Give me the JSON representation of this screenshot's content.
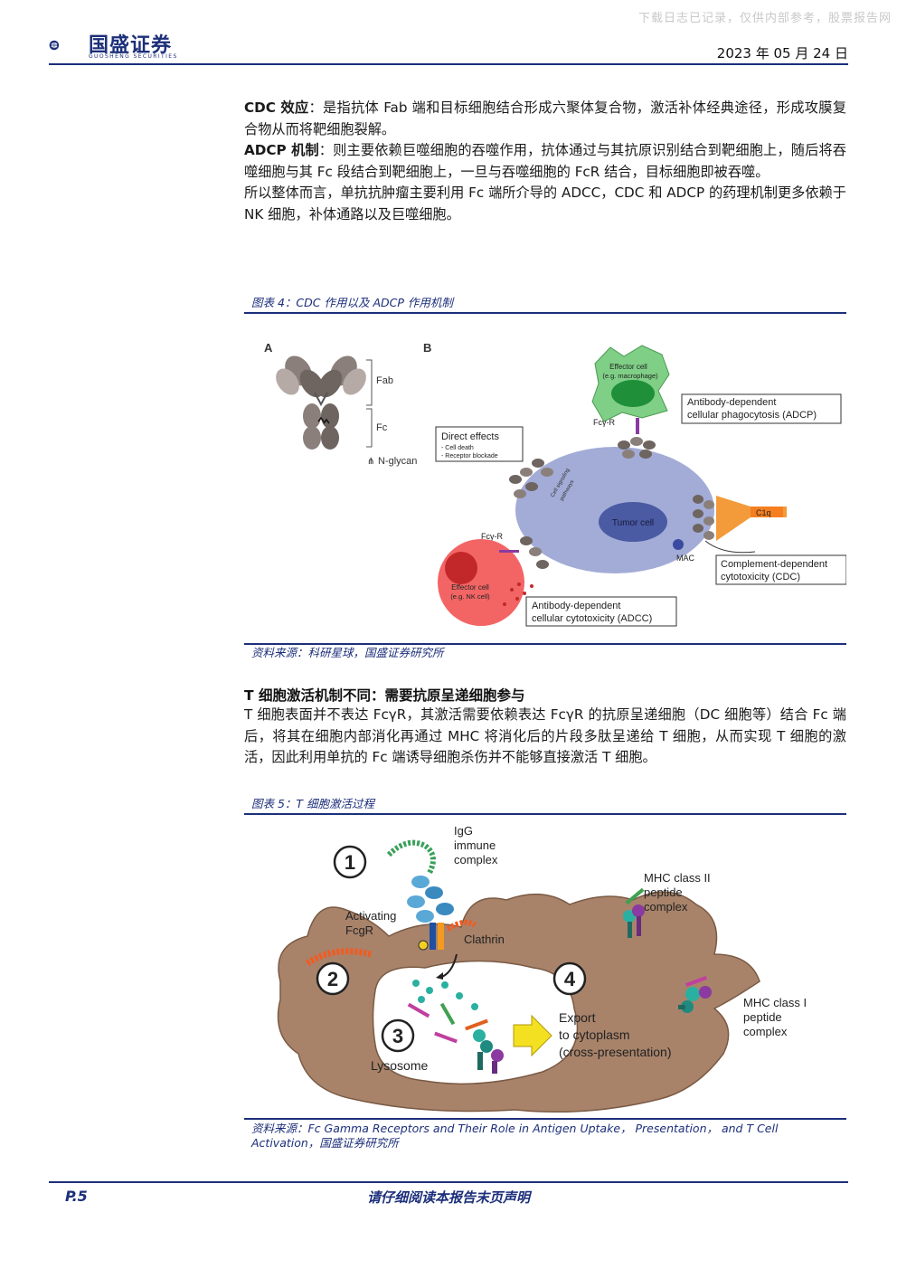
{
  "header": {
    "watermark": "下载日志已记录，仅供内部参考，股票报告网",
    "logo_text": "国盛证券",
    "logo_sub": "GUOSHENG SECURITIES",
    "date": "2023 年 05 月 24 日"
  },
  "intro": {
    "p1_label": "CDC 效应",
    "p1_text": "：是指抗体 Fab 端和目标细胞结合形成六聚体复合物，激活补体经典途径，形成攻膜复合物从而将靶细胞裂解。",
    "p2_label": "ADCP 机制",
    "p2_text": "：则主要依赖巨噬细胞的吞噬作用，抗体通过与其抗原识别结合到靶细胞上，随后将吞噬细胞与其 Fc 段结合到靶细胞上，一旦与吞噬细胞的 FcR 结合，目标细胞即被吞噬。",
    "p3_text": "所以整体而言，单抗抗肿瘤主要利用 Fc 端所介导的 ADCC，CDC 和 ADCP 的药理机制更多依赖于 NK 细胞，补体通路以及巨噬细胞。"
  },
  "figure4": {
    "caption": "图表 4：CDC 作用以及 ADCP 作用机制",
    "source": "资料来源：科研星球，国盛证券研究所",
    "panel_a": {
      "label": "A",
      "fab": "Fab",
      "fc": "Fc",
      "nglycan": "N-glycan"
    },
    "panel_b": {
      "label": "B",
      "effector_top": "Effector cell",
      "effector_top_sub": "(e.g. macrophage)",
      "adcp_line1": "Antibody-dependent",
      "adcp_line2": "cellular phagocytosis (ADCP)",
      "fcyr_top": "Fcγ-R",
      "direct_title": "Direct effects",
      "direct_item1": "- Cell death",
      "direct_item2": "- Receptor blockade",
      "signaling1": "Cell signaling",
      "signaling2": "pathways",
      "tumor_cell": "Tumor cell",
      "c1q": "C1q",
      "fcyr_left": "Fcγ-R",
      "mac": "MAC",
      "cdc_line1": "Complement-dependent",
      "cdc_line2": "cytotoxicity (CDC)",
      "effector_bottom": "Effector cell",
      "effector_bottom_sub": "(e.g. NK cell)",
      "adcc_line1": "Antibody-dependent",
      "adcc_line2": "cellular cytotoxicity (ADCC)"
    }
  },
  "tcell": {
    "heading": "T 细胞激活机制不同：需要抗原呈递细胞参与",
    "text": "T 细胞表面并不表达 FcγR，其激活需要依赖表达 FcγR 的抗原呈递细胞（DC 细胞等）结合 Fc 端后，将其在细胞内部消化再通过 MHC 将消化后的片段多肽呈递给 T 细胞，从而实现 T 细胞的激活，因此利用单抗的 Fc 端诱导细胞杀伤并不能够直接激活 T 细胞。"
  },
  "figure5": {
    "caption": "图表 5：T 细胞激活过程",
    "source": "资料来源：Fc Gamma Receptors and Their Role in Antigen Uptake， Presentation， and T Cell Activation，国盛证券研究所",
    "step1": "1",
    "step2": "2",
    "step3": "3",
    "step4": "4",
    "igg1": "IgG",
    "igg2": "immune",
    "igg3": "complex",
    "activating1": "Activating",
    "activating2": "FcgR",
    "clathrin": "Clathrin",
    "lysosome": "Lysosome",
    "export1": "Export",
    "export2": "to cytoplasm",
    "export3": "(cross-presentation)",
    "mhc2_1": "MHC class II",
    "mhc2_2": "peptide",
    "mhc2_3": "complex",
    "mhc1_1": "MHC class I",
    "mhc1_2": "peptide",
    "mhc1_3": "complex"
  },
  "footer": {
    "page": "P.5",
    "note": "请仔细阅读本报告末页声明"
  }
}
